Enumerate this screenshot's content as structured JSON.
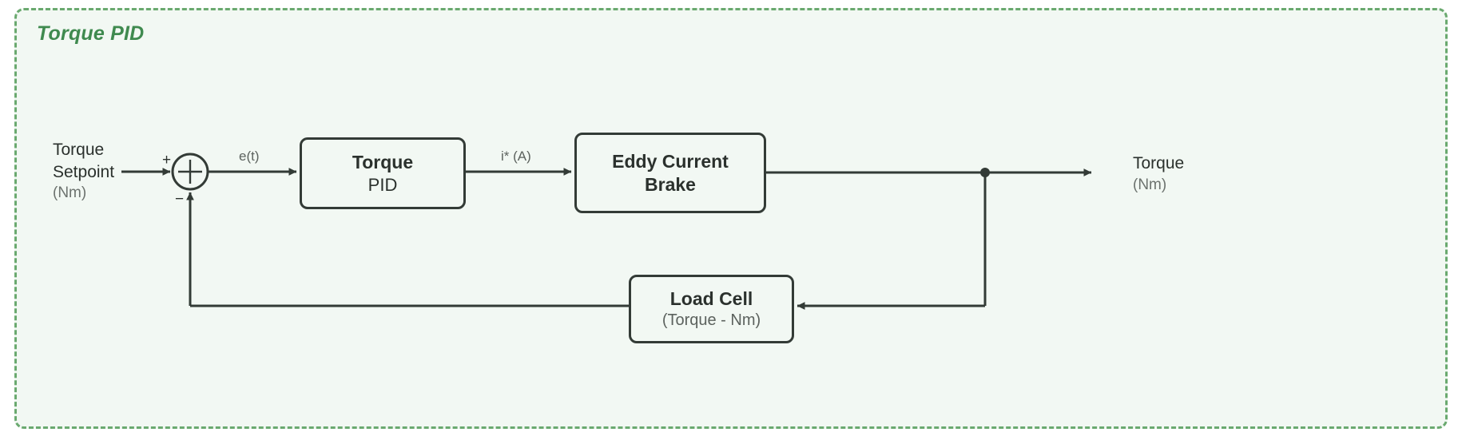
{
  "diagram": {
    "group": {
      "title": "Torque PID",
      "border_color": "#6aa96f",
      "fill_color": "#f2f8f3",
      "title_color": "#3f8a4f",
      "border_style": "dashed"
    },
    "stroke_color": "#333b36",
    "muted_text_color": "#5c625e",
    "blocks": [
      {
        "id": "torque-pid",
        "line1": "Torque",
        "line2": "PID"
      },
      {
        "id": "eddy-current-brake",
        "line1": "Eddy Current",
        "line2": "Brake"
      },
      {
        "id": "load-cell",
        "line1": "Load Cell",
        "line2": "(Torque - Nm)"
      }
    ],
    "labels": {
      "input_name": "Torque",
      "input_name2": "Setpoint",
      "input_unit": "(Nm)",
      "output_name": "Torque",
      "output_unit": "(Nm)"
    },
    "signals": {
      "error": "e(t)",
      "current": "i* (A)"
    },
    "summing_junction": {
      "symbol": "+",
      "input_sign": "+",
      "feedback_sign": "−"
    }
  }
}
